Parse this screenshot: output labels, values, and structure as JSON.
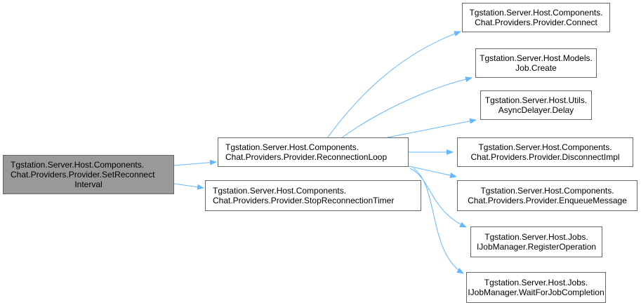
{
  "graph": {
    "edge_color": "#63b8ff",
    "nodes": {
      "set_reconnect_interval": {
        "lines": [
          "Tgstation.Server.Host.Components.",
          "Chat.Providers.Provider.SetReconnect",
          "Interval"
        ],
        "current": true
      },
      "reconnection_loop": {
        "lines": [
          "Tgstation.Server.Host.Components.",
          "Chat.Providers.Provider.ReconnectionLoop"
        ]
      },
      "stop_reconnection_timer": {
        "lines": [
          "Tgstation.Server.Host.Components.",
          "Chat.Providers.Provider.StopReconnectionTimer"
        ]
      },
      "connect": {
        "lines": [
          "Tgstation.Server.Host.Components.",
          "Chat.Providers.Provider.Connect"
        ]
      },
      "job_create": {
        "lines": [
          "Tgstation.Server.Host.Models.",
          "Job.Create"
        ]
      },
      "async_delay": {
        "lines": [
          "Tgstation.Server.Host.Utils.",
          "AsyncDelayer.Delay"
        ]
      },
      "disconnect_impl": {
        "lines": [
          "Tgstation.Server.Host.Components.",
          "Chat.Providers.Provider.DisconnectImpl"
        ]
      },
      "enqueue_message": {
        "lines": [
          "Tgstation.Server.Host.Components.",
          "Chat.Providers.Provider.EnqueueMessage"
        ]
      },
      "register_operation": {
        "lines": [
          "Tgstation.Server.Host.Jobs.",
          "IJobManager.RegisterOperation"
        ]
      },
      "wait_for_job_completion": {
        "lines": [
          "Tgstation.Server.Host.Jobs.",
          "IJobManager.WaitForJobCompletion"
        ]
      }
    },
    "edges": [
      {
        "from": "set_reconnect_interval",
        "to": "reconnection_loop"
      },
      {
        "from": "set_reconnect_interval",
        "to": "stop_reconnection_timer"
      },
      {
        "from": "reconnection_loop",
        "to": "connect"
      },
      {
        "from": "reconnection_loop",
        "to": "job_create"
      },
      {
        "from": "reconnection_loop",
        "to": "async_delay"
      },
      {
        "from": "reconnection_loop",
        "to": "disconnect_impl"
      },
      {
        "from": "reconnection_loop",
        "to": "enqueue_message"
      },
      {
        "from": "reconnection_loop",
        "to": "register_operation"
      },
      {
        "from": "reconnection_loop",
        "to": "wait_for_job_completion"
      }
    ]
  }
}
